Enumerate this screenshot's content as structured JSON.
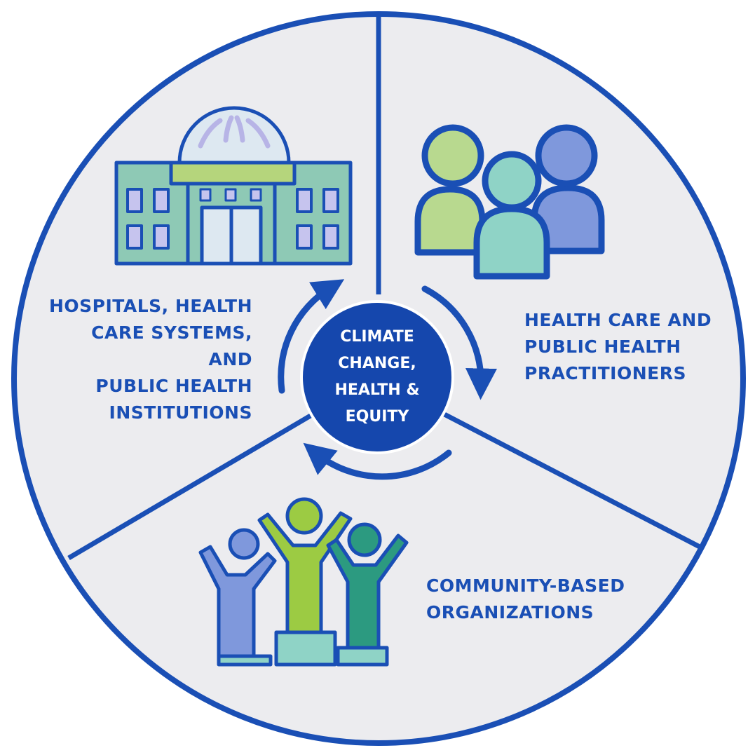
{
  "colors": {
    "ring": "#1a4fb5",
    "text": "#1a4fb5",
    "disc_fill": "#ececef",
    "center_fill": "#1547ad",
    "light_green": "#b8d98f",
    "mint": "#8fd3c6",
    "periwinkle": "#7f98dc",
    "lime": "#9ccb43",
    "teal": "#2c9a80",
    "building_wall": "#8ec9b5",
    "building_window": "#c6c4ee",
    "dome": "#dde8f1",
    "band": "#b5d57c"
  },
  "center": {
    "lines": [
      "CLIMATE",
      "CHANGE,",
      "HEALTH &",
      "EQUITY"
    ]
  },
  "segments": {
    "hospitals": {
      "icon": "hospital-building-icon",
      "lines": [
        "HOSPITALS, HEALTH",
        "CARE SYSTEMS, AND",
        "PUBLIC HEALTH",
        "INSTITUTIONS"
      ]
    },
    "practitioners": {
      "icon": "people-group-icon",
      "lines": [
        "HEALTH CARE AND",
        "PUBLIC HEALTH",
        "PRACTITIONERS"
      ]
    },
    "community": {
      "icon": "celebrating-people-podium-icon",
      "lines": [
        "COMMUNITY-BASED",
        "ORGANIZATIONS"
      ]
    }
  },
  "cycle_arrows": [
    "cycle-arrow-icon",
    "cycle-arrow-icon",
    "cycle-arrow-icon"
  ]
}
